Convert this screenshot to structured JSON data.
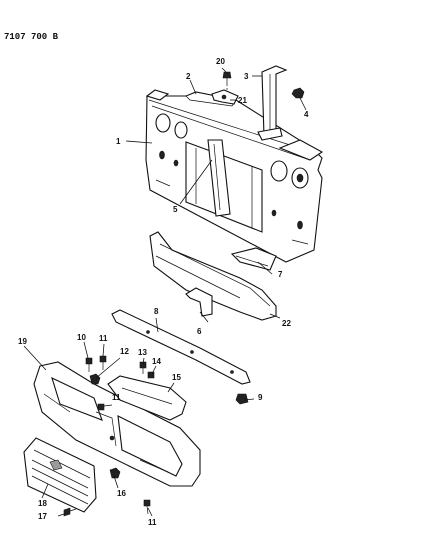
{
  "diagram_code": "7107 700 B",
  "parts": [
    {
      "ref": "1"
    },
    {
      "ref": "2"
    },
    {
      "ref": "3"
    },
    {
      "ref": "4"
    },
    {
      "ref": "5"
    },
    {
      "ref": "6"
    },
    {
      "ref": "7"
    },
    {
      "ref": "8"
    },
    {
      "ref": "9"
    },
    {
      "ref": "10"
    },
    {
      "ref": "11"
    },
    {
      "ref": "12"
    },
    {
      "ref": "13"
    },
    {
      "ref": "14"
    },
    {
      "ref": "15"
    },
    {
      "ref": "16"
    },
    {
      "ref": "17"
    },
    {
      "ref": "18"
    },
    {
      "ref": "19"
    },
    {
      "ref": "20"
    },
    {
      "ref": "21"
    },
    {
      "ref": "22"
    },
    {
      "ref": "11"
    },
    {
      "ref": "11"
    }
  ],
  "colors": {
    "line": "#111111",
    "background": "#ffffff",
    "shade": "#9a9a9a"
  }
}
